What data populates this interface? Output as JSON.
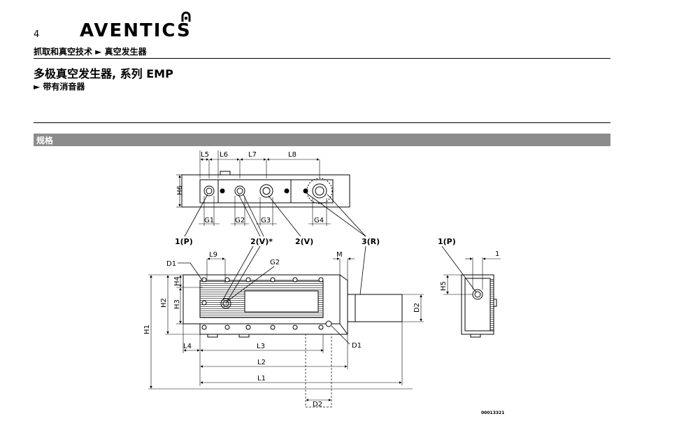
{
  "header": {
    "page_number": "4",
    "brand": "AVENTICS",
    "breadcrumb": "抓取和真空技术 ► 真空发生器"
  },
  "title": "多极真空发生器, 系列 EMP",
  "subtitle": "► 带有消音器",
  "section": "规格",
  "drawing": {
    "top_dims": [
      "L5",
      "L6",
      "L7",
      "L8"
    ],
    "height_dim": "H6",
    "port_dims": [
      "G1",
      "G2",
      "G3",
      "G4"
    ],
    "callouts": [
      "1(P)",
      "2(V)*",
      "2(V)",
      "3(R)",
      "1(P)"
    ],
    "front_labels": {
      "d1_top": "D1",
      "l9": "L9",
      "g2": "G2",
      "m": "M",
      "h4": "H4",
      "h3": "H3",
      "h2": "H2",
      "h1": "H1",
      "d2_right": "D2",
      "d1_bottom": "D1",
      "l4": "L4",
      "l3": "L3",
      "l2": "L2",
      "l1": "L1",
      "d2_bottom": "D2"
    },
    "side_labels": {
      "h5": "H5",
      "one": "1"
    },
    "drawing_code": "00013321"
  }
}
